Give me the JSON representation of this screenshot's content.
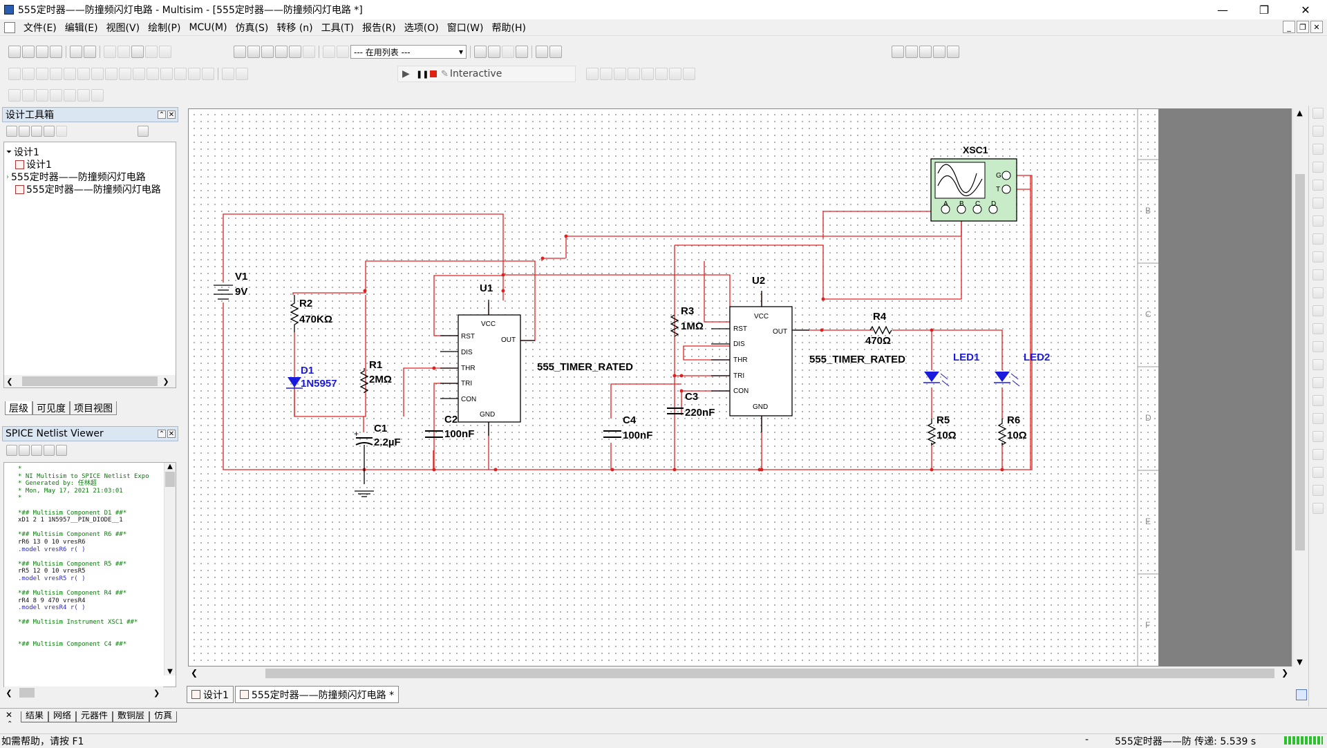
{
  "window": {
    "title": "555定时器——防撞频闪灯电路 - Multisim - [555定时器——防撞频闪灯电路 *]",
    "min": "—",
    "restore": "❐",
    "close": "✕"
  },
  "menu": [
    "文件(E)",
    "编辑(E)",
    "视图(V)",
    "绘制(P)",
    "MCU(M)",
    "仿真(S)",
    "转移 (n)",
    "工具(T)",
    "报告(R)",
    "选项(O)",
    "窗口(W)",
    "帮助(H)"
  ],
  "toolbar": {
    "in_use_list": "--- 在用列表 ---",
    "interactive": "Interactive"
  },
  "design_toolbox": {
    "title": "设计工具箱",
    "tree": [
      "设计1",
      "设计1",
      "555定时器——防撞频闪灯电路",
      "555定时器——防撞频闪灯电路"
    ],
    "tabs": [
      "层级",
      "可见度",
      "项目视图"
    ]
  },
  "spice": {
    "title": "SPICE Netlist Viewer",
    "lines": [
      {
        "t": "*",
        "k": "c"
      },
      {
        "t": "* NI Multisim to SPICE Netlist Expo",
        "k": "c"
      },
      {
        "t": "* Generated by: 任林超",
        "k": "c"
      },
      {
        "t": "* Mon, May 17, 2021 21:03:01",
        "k": "c"
      },
      {
        "t": "*",
        "k": "c"
      },
      {
        "t": "",
        "k": ""
      },
      {
        "t": "*## Multisim Component D1 ##*",
        "k": "c"
      },
      {
        "t": "xD1 2 1 1N5957__PIN_DIODE__1",
        "k": ""
      },
      {
        "t": "",
        "k": ""
      },
      {
        "t": "*## Multisim Component R6 ##*",
        "k": "c"
      },
      {
        "t": "rR6 13 0 10 vresR6",
        "k": ""
      },
      {
        "t": ".model vresR6 r( )",
        "k": "m"
      },
      {
        "t": "",
        "k": ""
      },
      {
        "t": "*## Multisim Component R5 ##*",
        "k": "c"
      },
      {
        "t": "rR5 12 0 10 vresR5",
        "k": ""
      },
      {
        "t": ".model vresR5 r( )",
        "k": "m"
      },
      {
        "t": "",
        "k": ""
      },
      {
        "t": "*## Multisim Component R4 ##*",
        "k": "c"
      },
      {
        "t": "rR4 8 9 470 vresR4",
        "k": ""
      },
      {
        "t": ".model vresR4 r( )",
        "k": "m"
      },
      {
        "t": "",
        "k": ""
      },
      {
        "t": "*## Multisim Instrument XSC1 ##*",
        "k": "c"
      },
      {
        "t": "",
        "k": ""
      },
      {
        "t": "",
        "k": ""
      },
      {
        "t": "*## Multisim Component C4 ##*",
        "k": "c"
      }
    ]
  },
  "schematic": {
    "V1": "V1",
    "V1_val": "9V",
    "R2": "R2",
    "R2_val": "470KΩ",
    "D1": "D1",
    "D1_val": "1N5957",
    "R1": "R1",
    "R1_val": "2MΩ",
    "C1": "C1",
    "C1_val": "2.2µF",
    "U1": "U1",
    "C2": "C2",
    "C2_val": "100nF",
    "timer1": "555_TIMER_RATED",
    "R3": "R3",
    "R3_val": "1MΩ",
    "U2": "U2",
    "C3": "C3",
    "C3_val": "220nF",
    "C4": "C4",
    "C4_val": "100nF",
    "timer2": "555_TIMER_RATED",
    "R4": "R4",
    "R4_val": "470Ω",
    "LED1": "LED1",
    "LED2": "LED2",
    "R5": "R5",
    "R5_val": "10Ω",
    "R6": "R6",
    "R6_val": "10Ω",
    "XSC1": "XSC1",
    "pins": {
      "vcc": "VCC",
      "rst": "RST",
      "dis": "DIS",
      "thr": "THR",
      "tri": "TRI",
      "con": "CON",
      "gnd": "GND",
      "out": "OUT"
    },
    "scope_pins": {
      "g": "G",
      "t": "T",
      "a": "A",
      "b": "B",
      "c": "C",
      "d": "D"
    },
    "border_letters": [
      "B",
      "C",
      "D",
      "E",
      "F"
    ]
  },
  "doc_tabs": [
    "设计1",
    "555定时器——防撞频闪灯电路 *"
  ],
  "bottom_tabs": [
    "结果",
    "网络",
    "元器件",
    "敷铜层",
    "仿真"
  ],
  "status": {
    "help": "如需帮助，请按 F1",
    "dash": "-",
    "sim": "555定时器——防 传递: 5.539 s"
  }
}
